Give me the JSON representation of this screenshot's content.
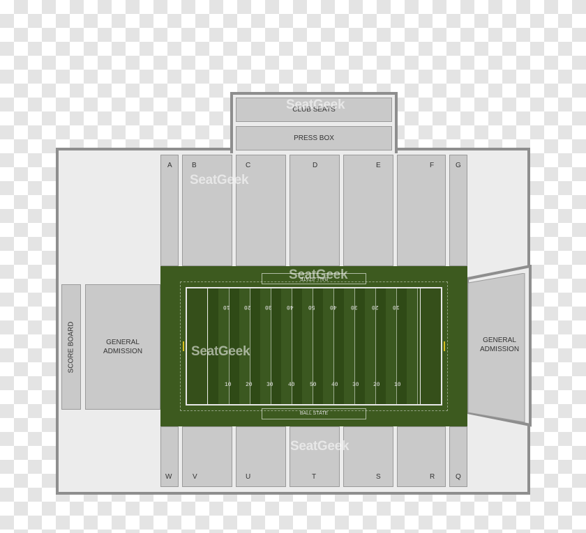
{
  "venue_map": {
    "upper": {
      "club_seats": "CLUB SEATS",
      "press_box": "PRESS BOX"
    },
    "north_sections": [
      "A",
      "B",
      "C",
      "D",
      "E",
      "F",
      "G"
    ],
    "south_sections": [
      "W",
      "V",
      "U",
      "T",
      "S",
      "R",
      "Q"
    ],
    "west": {
      "score_board": "SCORE BOARD",
      "general_admission": "GENERAL ADMISSION"
    },
    "east": {
      "general_admission": "GENERAL ADMISSION"
    },
    "field": {
      "top_endzone_text": "BALL STATE",
      "bottom_endzone_text": "BALL STATE",
      "top_yard_labels": [
        "10",
        "20",
        "30",
        "40",
        "50",
        "40",
        "30",
        "20",
        "10"
      ],
      "bottom_yard_labels": [
        "10",
        "20",
        "30",
        "40",
        "50",
        "40",
        "30",
        "20",
        "10"
      ]
    },
    "watermark": "SeatGeek",
    "colors": {
      "field": "#3d5a1f",
      "section": "#c9c9c9",
      "outline": "#8e8e8e",
      "frame": "#ececec"
    }
  }
}
